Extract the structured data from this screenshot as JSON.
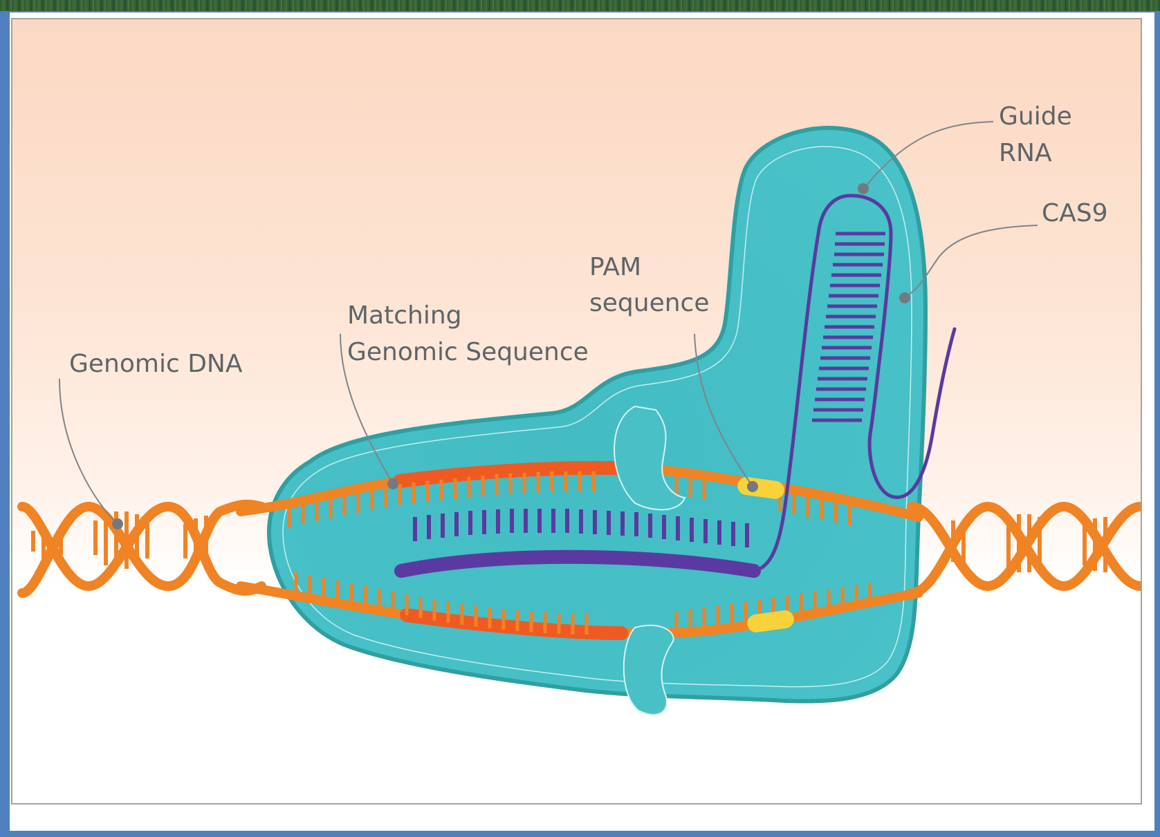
{
  "labels": {
    "genomic_dna": "Genomic DNA",
    "matching_line1": "Matching",
    "matching_line2": "Genomic Sequence",
    "pam_line1": "PAM",
    "pam_line2": "sequence",
    "guide_line1": "Guide",
    "guide_line2": "RNA",
    "cas9": "CAS9"
  },
  "colors": {
    "frame_blue": "#4f7fbf",
    "cas9_teal": "#4abfc6",
    "cas9_outline": "#2f9fa2",
    "dna_orange": "#f08324",
    "matching_red_orange": "#ef5a22",
    "guide_rna_purple": "#5a3aa0",
    "pam_yellow": "#f7d23a",
    "background_peach": "#fbd8c2"
  }
}
